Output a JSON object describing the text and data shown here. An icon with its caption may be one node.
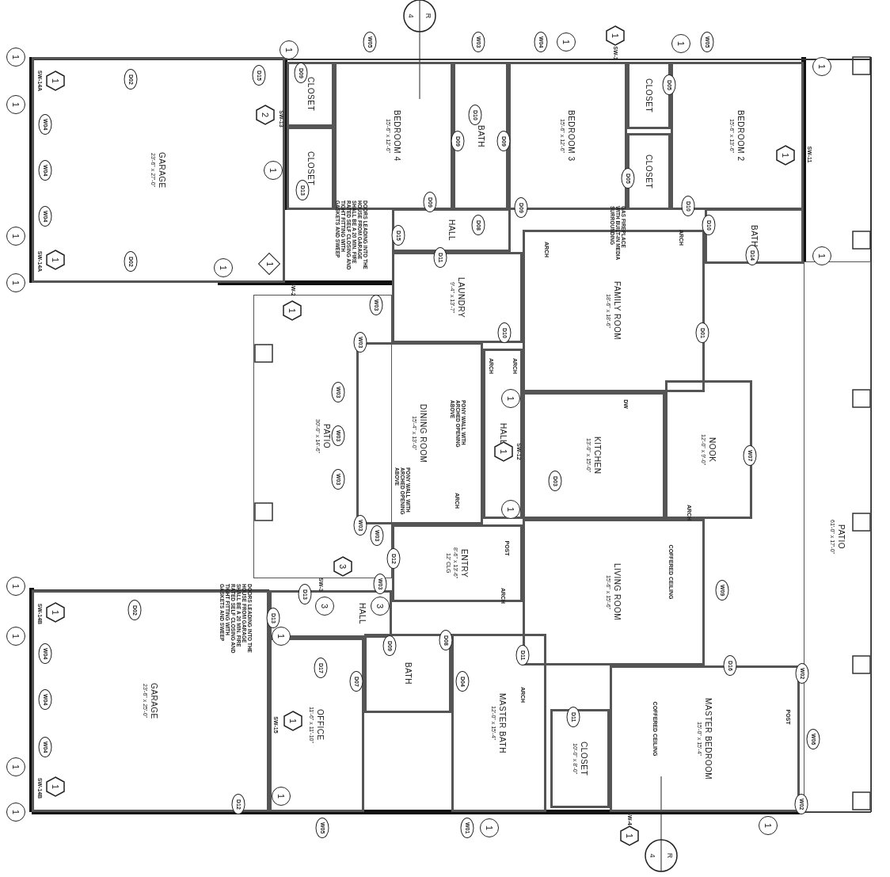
{
  "diagram": {
    "nodes": [
      {
        "text": [
          "GARAGE",
          "23'-6\" x 27'-0\""
        ]
      },
      {
        "text": [
          "CLOSET"
        ]
      },
      {
        "text": [
          "CLOSET"
        ]
      },
      {
        "text": [
          "BEDROOM 4",
          "15'-6\" x 12'-6\""
        ]
      },
      {
        "text": [
          "BATH"
        ]
      },
      {
        "text": [
          "BEDROOM 3",
          "15'-6\" x 12'-6\""
        ]
      },
      {
        "text": [
          "CLOSET"
        ]
      },
      {
        "text": [
          "CLOSET"
        ]
      },
      {
        "text": [
          "BEDROOM 2",
          "15'-6\" x 13'-6\""
        ]
      },
      {
        "text": [
          "HALL"
        ]
      },
      {
        "text": [
          "BATH"
        ]
      },
      {
        "text": [
          "LAUNDRY",
          "9'-4\" x 13'-7\""
        ]
      },
      {
        "text": [
          "FAMILY ROOM",
          "18'-6\" x 18'-6\""
        ]
      },
      {
        "text": [
          "PATIO",
          "30'-0\" x 14'-6\""
        ]
      },
      {
        "text": [
          "DINING ROOM",
          "15'-4\" x 13'-0\""
        ]
      },
      {
        "text": [
          "HALL"
        ]
      },
      {
        "text": [
          "KITCHEN",
          "13'-0\" x 15'-0\""
        ]
      },
      {
        "text": [
          "NOOK",
          "12'-0\" x 9'-0\""
        ]
      },
      {
        "text": [
          "PATIO",
          "61'-0\" x 17'-0\""
        ]
      },
      {
        "text": [
          "ENTRY",
          "8'-6\" x 13'-6\"",
          "12' CLG"
        ]
      },
      {
        "text": [
          "LIVING ROOM",
          "15'-6\" x 15'-6\""
        ]
      },
      {
        "text": [
          "GARAGE",
          "23'-6\" x 25'-0\""
        ]
      },
      {
        "text": [
          "HALL"
        ]
      },
      {
        "text": [
          "OFFICE",
          "11'-6\" x 11'-10\""
        ]
      },
      {
        "text": [
          "BATH"
        ]
      },
      {
        "text": [
          "MASTER BATH",
          "12'-0\" x 15'-4\""
        ]
      },
      {
        "text": [
          "CLOSET",
          "10'-0\" x 8'-0\""
        ]
      },
      {
        "text": [
          "MASTER BEDROOM",
          "15'-0\" x 15'-4\""
        ]
      }
    ],
    "labels": [
      "1",
      "1",
      "1",
      "1",
      "SW-14A",
      "1",
      "D02",
      "W04",
      "W04",
      "W04",
      "SW-14A",
      "1",
      "D02",
      "R",
      "4",
      "1",
      "W05",
      "D15",
      "D09",
      "2",
      "SW-13",
      "1",
      "D13",
      "W03",
      "W04",
      "1",
      "1",
      "SW-1",
      "1",
      "W05",
      "1",
      "D10",
      "D09",
      "D09",
      "D05",
      "D05",
      "1",
      "SW-11",
      "D09",
      "D09",
      "D10",
      "D08",
      "D10",
      "D14",
      "1",
      "DOORS LEADING INTO THE HOUSE FROM GARAGE SHALL BE A 20 MIN. FIRE RATED SELF CLOSING AND TIGHT FITTING WITH GASKETS AND SWEEP",
      "D15",
      "D11",
      "1",
      "1",
      "ARCH",
      "GAS FIREPLACE WITH BUILT-IN MEDIA SURROUNDING",
      "ARCH",
      "SW-2",
      "1",
      "W03",
      "W03",
      "D10",
      "D01",
      "ARCH",
      "ARCH",
      "W03",
      "PONY WALL WITH ARCHED OPENING ABOVE",
      "1",
      "DW",
      "W03",
      "1",
      "SW-12",
      "W07",
      "W03",
      "PONY WALL WITH ARCHED OPENING ABOVE",
      "D03",
      "ARCH",
      "1",
      "ARCH",
      "W03",
      "W03",
      "POST",
      "D12",
      "COFFERED CEILING",
      "3",
      "1",
      "SW-3",
      "W03",
      "W09",
      "D02",
      "1",
      "SW-14B",
      "D13",
      "ARCH",
      "3",
      "3",
      "D13",
      "DOORS LEADING INTO THE HOUSE FROM GARAGE SHALL BE A 20 MIN. FIRE RATED SELF CLOSING AND TIGHT FITTING WITH GASKETS AND SWEEP",
      "1",
      "1",
      "D09",
      "D08",
      "D11",
      "W04",
      "D16",
      "D17",
      "W02",
      "D07",
      "D04",
      "ARCH",
      "W04",
      "D11",
      "POST",
      "1",
      "SW-15",
      "COFFERED CEILING",
      "W06",
      "W04",
      "1",
      "1",
      "SW-14B",
      "1",
      "D12",
      "W02",
      "1",
      "SW-4",
      "W05",
      "W01",
      "1",
      "1",
      "1",
      "R",
      "4"
    ]
  }
}
